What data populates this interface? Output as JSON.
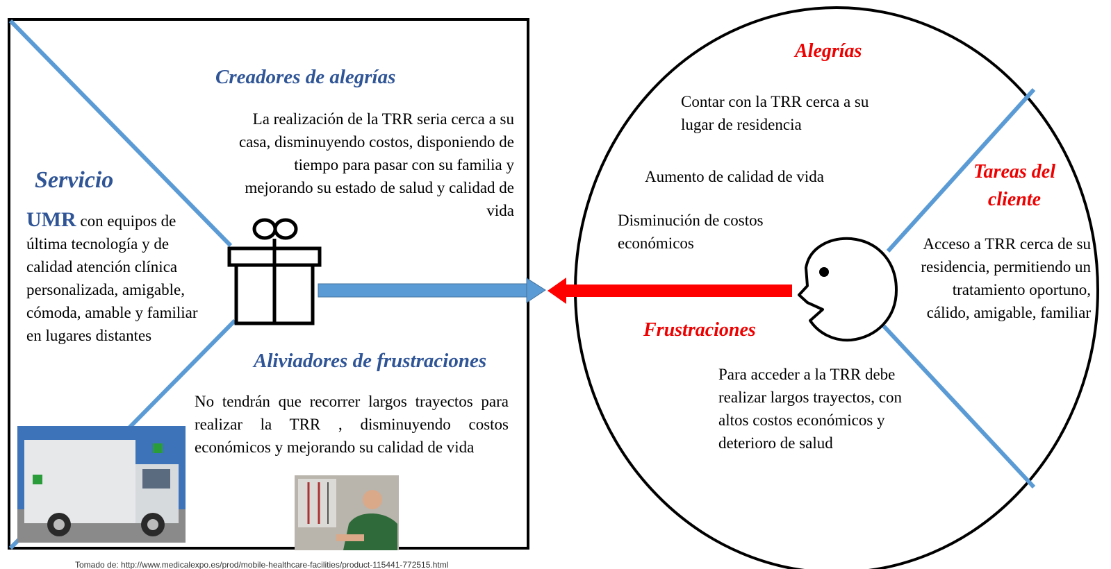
{
  "service": {
    "heading": "Servicio",
    "umr_label": "UMR",
    "description": "con equipos de última tecnología y de calidad atención clínica personalizada, amigable, cómoda, amable y familiar en lugares distantes"
  },
  "gain_creators": {
    "heading": "Creadores de alegrías",
    "text": "La realización de la TRR seria cerca a su casa, disminuyendo costos, disponiendo de tiempo para pasar con su familia y mejorando su estado de salud y calidad de vida"
  },
  "pain_relievers": {
    "heading": "Aliviadores de frustraciones",
    "text": "No tendrán que recorrer largos trayectos para realizar la TRR , disminuyendo costos económicos y mejorando su calidad de vida"
  },
  "gains": {
    "heading": "Alegrías",
    "items": [
      "Contar con la TRR cerca a su lugar de residencia",
      "Aumento de calidad de vida",
      "Disminución de costos económicos"
    ]
  },
  "customer_jobs": {
    "heading": "Tareas del cliente",
    "text": "Acceso a TRR cerca de su residencia, permitiendo un tratamiento oportuno, cálido, amigable, familiar"
  },
  "pains": {
    "heading": "Frustraciones",
    "text": "Para acceder a la TRR debe realizar largos trayectos, con altos costos económicos y deterioro de salud"
  },
  "source_caption": "Tomado de: http://www.medicalexpo.es/prod/mobile-healthcare-facilities/product-115441-772515.html",
  "colors": {
    "divider_blue": "#5B9BD5",
    "arrow_blue": "#5B9BD5",
    "arrow_red": "#FF0000",
    "heading_blue": "#2F5597",
    "heading_red": "#EE0000"
  },
  "icons": [
    "gift-icon",
    "customer-face-icon"
  ]
}
